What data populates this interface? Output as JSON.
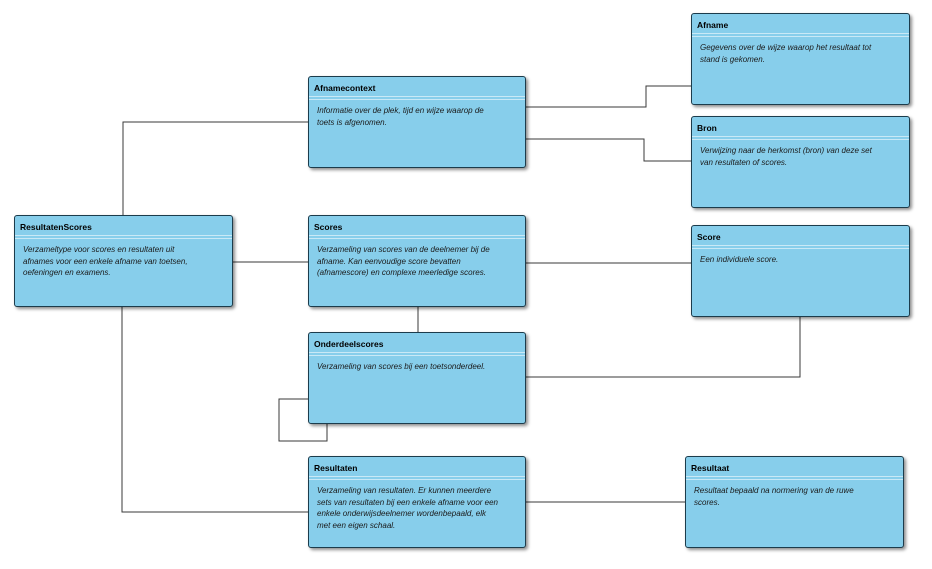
{
  "boxes": {
    "resultatenscores": {
      "title": "ResultatenScores",
      "desc": "Verzameltype voor scores en resultaten uit\nafnames voor een enkele afname van toetsen,\noefeningen en examens."
    },
    "afnamecontext": {
      "title": "Afnamecontext",
      "desc": "Informatie over de plek, tijd en wijze waarop de\ntoets is afgenomen."
    },
    "scores": {
      "title": "Scores",
      "desc": "Verzameling van scores van de deelnemer bij de\nafname.  Kan eenvoudige score bevatten\n(afnamescore) en complexe meerledige scores."
    },
    "onderdeelscores": {
      "title": "Onderdeelscores",
      "desc": "Verzameling van scores bij een toetsonderdeel."
    },
    "resultaten": {
      "title": "Resultaten",
      "desc": "Verzameling van resultaten. Er kunnen meerdere\nsets van resultaten bij een enkele afname voor een\nenkele onderwijsdeelnemer wordenbepaald, elk\nmet een eigen schaal."
    },
    "afname": {
      "title": "Afname",
      "desc": "Gegevens over de wijze waarop het resultaat tot\nstand is gekomen."
    },
    "bron": {
      "title": "Bron",
      "desc": "Verwijzing naar de herkomst (bron) van deze set\nvan resultaten of scores."
    },
    "score": {
      "title": "Score",
      "desc": "Een individuele score."
    },
    "resultaat": {
      "title": "Resultaat",
      "desc": "Resultaat bepaald na normering van de ruwe\nscores."
    }
  }
}
